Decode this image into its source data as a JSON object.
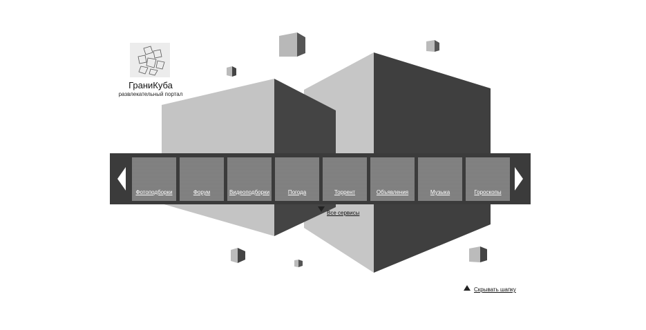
{
  "logo": {
    "title": "ГраниКуба",
    "subtitle": "развлекательный портал",
    "icon": "cube-shards-icon"
  },
  "carousel": {
    "prev_icon": "arrow-left-icon",
    "next_icon": "arrow-right-icon",
    "items": [
      {
        "label": "Фотоподборки"
      },
      {
        "label": "Форум"
      },
      {
        "label": "Видеоподборки"
      },
      {
        "label": "Погода"
      },
      {
        "label": "Торрент"
      },
      {
        "label": "Объявления"
      },
      {
        "label": "Музыка"
      },
      {
        "label": "Гороскопы"
      }
    ]
  },
  "links": {
    "all_services": "Все сервисы",
    "hide_header": "Скрывать шапку"
  },
  "colors": {
    "background": "#ffffff",
    "carousel_bg": "#3b3b3b",
    "tile": "#7d7d7d",
    "cube_light": "#c4c4c4",
    "cube_dark": "#3c3c3c"
  }
}
